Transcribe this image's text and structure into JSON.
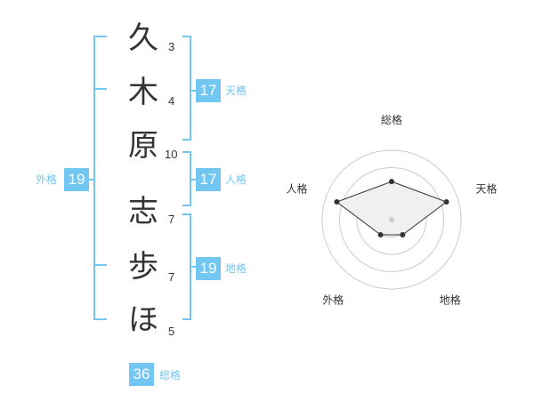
{
  "name": {
    "characters": [
      "久",
      "木",
      "原",
      "志",
      "歩",
      "ほ"
    ],
    "strokes": [
      "3",
      "4",
      "10",
      "7",
      "7",
      "5"
    ]
  },
  "kakusu": {
    "tenkaku": {
      "value": "17",
      "label": "天格"
    },
    "jinkaku": {
      "value": "17",
      "label": "人格"
    },
    "chikaku": {
      "value": "19",
      "label": "地格"
    },
    "gaikaku": {
      "value": "19",
      "label": "外格"
    },
    "soukaku": {
      "value": "36",
      "label": "総格"
    }
  },
  "chart_data": {
    "type": "radar",
    "axes": [
      "総格",
      "天格",
      "地格",
      "外格",
      "人格"
    ],
    "values": [
      0.55,
      0.83,
      0.27,
      0.27,
      0.83
    ],
    "max": 1,
    "rings": 4,
    "fill_color": "#eeeeee",
    "line_color": "#333333",
    "ring_color": "#cccccc"
  },
  "colors": {
    "accent": "#72c6f2",
    "text": "#333333"
  }
}
